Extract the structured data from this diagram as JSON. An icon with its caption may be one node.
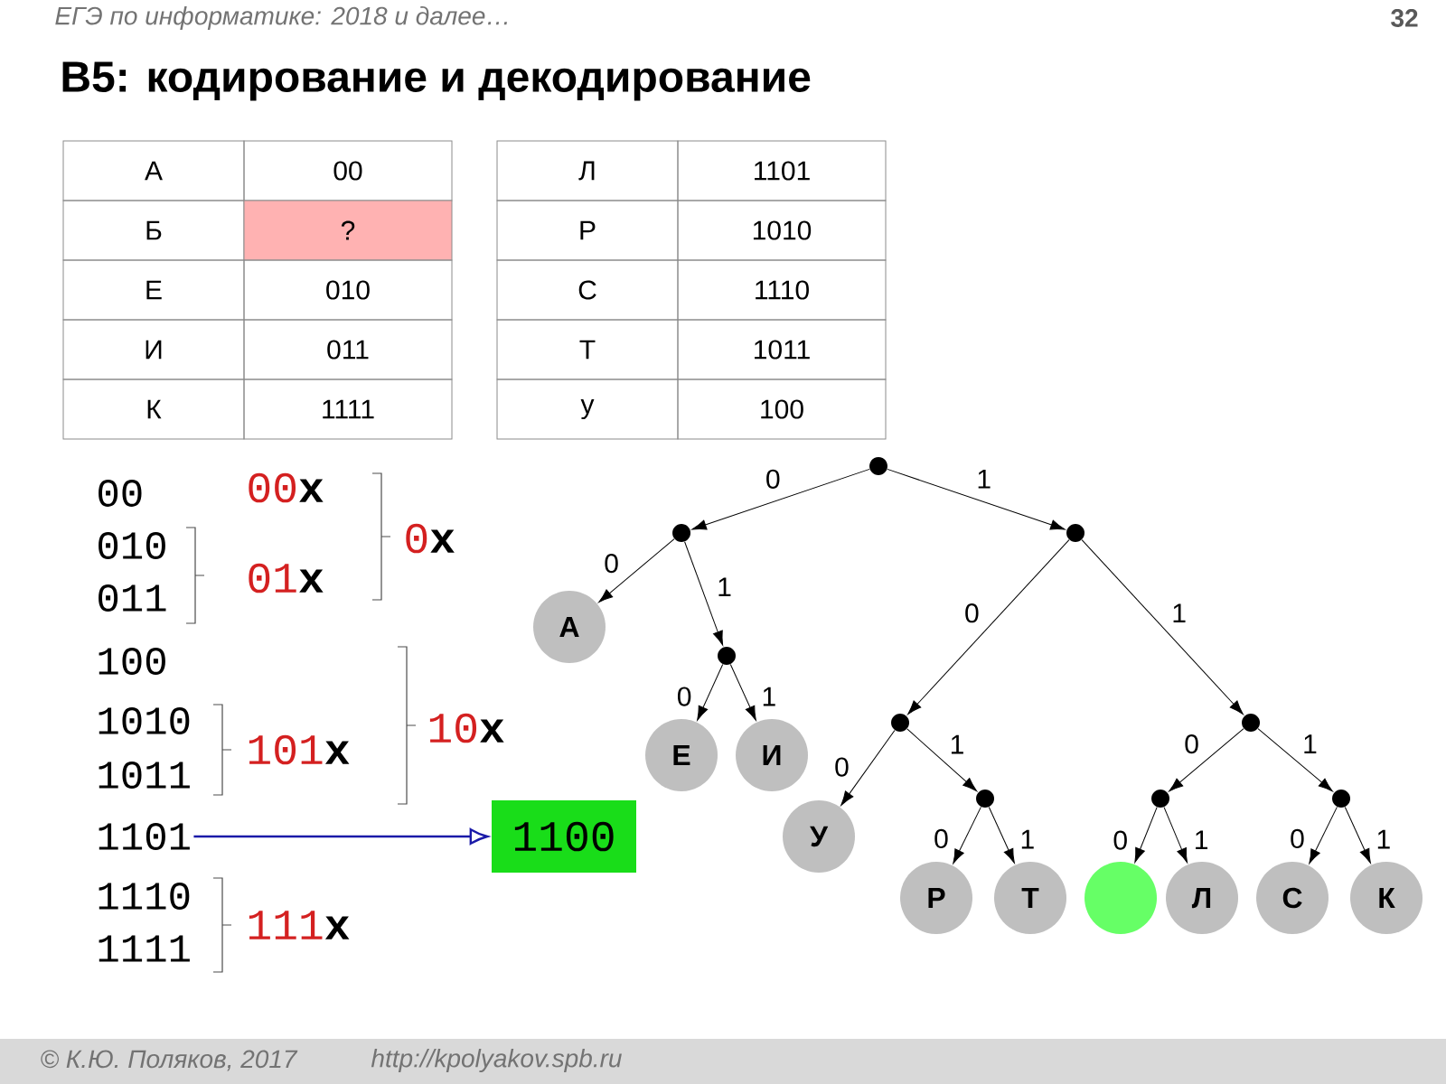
{
  "diagram": {
    "title": "В5: кодирование и декодирование",
    "nodes": [
      {
        "text": [
          "1101"
        ]
      },
      {
        "text": [
          "1100"
        ]
      },
      {
        "text": [],
        "shape": "circle"
      },
      {
        "text": [],
        "shape": "circle"
      },
      {
        "text": [],
        "shape": "circle"
      },
      {
        "text": [
          "А"
        ]
      },
      {
        "text": [],
        "shape": "circle"
      },
      {
        "text": [
          "Е"
        ]
      },
      {
        "text": [
          "И"
        ]
      },
      {
        "text": [],
        "shape": "circle"
      },
      {
        "text": [],
        "shape": "circle"
      },
      {
        "text": [
          "У"
        ]
      },
      {
        "text": [],
        "shape": "circle"
      },
      {
        "text": [
          "Р"
        ]
      },
      {
        "text": [
          "Т"
        ]
      },
      {
        "text": [],
        "shape": "circle"
      },
      {
        "text": [],
        "shape": "circle"
      },
      {
        "text": [],
        "shape": "circle"
      },
      {
        "text": [
          "Л"
        ]
      },
      {
        "text": [
          "С"
        ]
      },
      {
        "text": [
          "К"
        ]
      }
    ],
    "edges": [
      {
        "from": 0,
        "to": 1,
        "arrow": "to",
        "color": "#1a1aa8"
      },
      {
        "from": 2,
        "to": 3,
        "arrow": "to",
        "label": "0"
      },
      {
        "from": 2,
        "to": 4,
        "arrow": "to",
        "label": "1"
      },
      {
        "from": 3,
        "to": 5,
        "arrow": "to",
        "label": "0"
      },
      {
        "from": 3,
        "to": 6,
        "arrow": "to",
        "label": "1"
      },
      {
        "from": 6,
        "to": 7,
        "arrow": "to",
        "label": "0"
      },
      {
        "from": 6,
        "to": 8,
        "arrow": "to",
        "label": "1"
      },
      {
        "from": 4,
        "to": 9,
        "arrow": "to",
        "label": "0"
      },
      {
        "from": 4,
        "to": 10,
        "arrow": "to",
        "label": "1"
      },
      {
        "from": 9,
        "to": 11,
        "arrow": "to",
        "label": "0"
      },
      {
        "from": 9,
        "to": 12,
        "arrow": "to",
        "label": "1"
      },
      {
        "from": 12,
        "to": 13,
        "arrow": "to",
        "label": "0"
      },
      {
        "from": 12,
        "to": 14,
        "arrow": "to",
        "label": "1"
      },
      {
        "from": 10,
        "to": 15,
        "arrow": "to",
        "label": "0"
      },
      {
        "from": 10,
        "to": 16,
        "arrow": "to",
        "label": "1"
      },
      {
        "from": 15,
        "to": 17,
        "arrow": "to",
        "label": "0"
      },
      {
        "from": 15,
        "to": 18,
        "arrow": "to",
        "label": "1"
      },
      {
        "from": 16,
        "to": 19,
        "arrow": "to",
        "label": "0"
      },
      {
        "from": 16,
        "to": 20,
        "arrow": "to",
        "label": "1"
      }
    ],
    "labels": [
      "ЕГЭ по информатике: 2018 и далее…",
      "32",
      "А",
      "00",
      "Б",
      "?",
      "Е",
      "010",
      "И",
      "011",
      "К",
      "1111",
      "Л",
      "1101",
      "Р",
      "1010",
      "С",
      "1110",
      "Т",
      "1011",
      "у",
      "100",
      "00",
      "010",
      "011",
      "100",
      "1010",
      "1011",
      "1110",
      "1111",
      "00**x**",
      "01**x**",
      "0**x**",
      "101**x**",
      "10**x**",
      "111**x**",
      "© К.Ю. Поляков, 2017",
      "http://kpolyakov.spb.ru"
    ]
  }
}
